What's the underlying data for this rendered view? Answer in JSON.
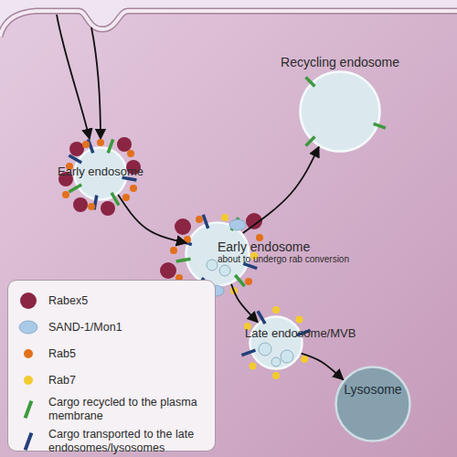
{
  "diagram": {
    "nodes": [
      {
        "text": [
          "Early endosome"
        ]
      },
      {
        "text": [
          "Recycling endosome"
        ]
      },
      {
        "text": [
          "Early endosome",
          "about to undergo rab conversion"
        ]
      },
      {
        "text": [
          "Late endosome/MVB"
        ]
      },
      {
        "text": [
          "Lysosome"
        ]
      }
    ],
    "edges": [
      {
        "from": 0,
        "to": 2,
        "arrow": "to"
      },
      {
        "from": 2,
        "to": 1,
        "arrow": "to"
      },
      {
        "from": 2,
        "to": 3,
        "arrow": "to"
      },
      {
        "from": 3,
        "to": 4,
        "arrow": "to"
      }
    ],
    "legend": [
      {
        "text": "Rabex5",
        "color": "#8a2543"
      },
      {
        "text": "SAND-1/Mon1",
        "color": "#a9c9e6"
      },
      {
        "text": "Rab5",
        "color": "#e2701c"
      },
      {
        "text": "Rab7",
        "color": "#f2cb2f"
      },
      {
        "text": "Cargo recycled to the plasma membrane",
        "color": "#3d9a3d"
      },
      {
        "text": "Cargo transported to the late endosomes/lysosomes",
        "color": "#23407a"
      }
    ]
  }
}
